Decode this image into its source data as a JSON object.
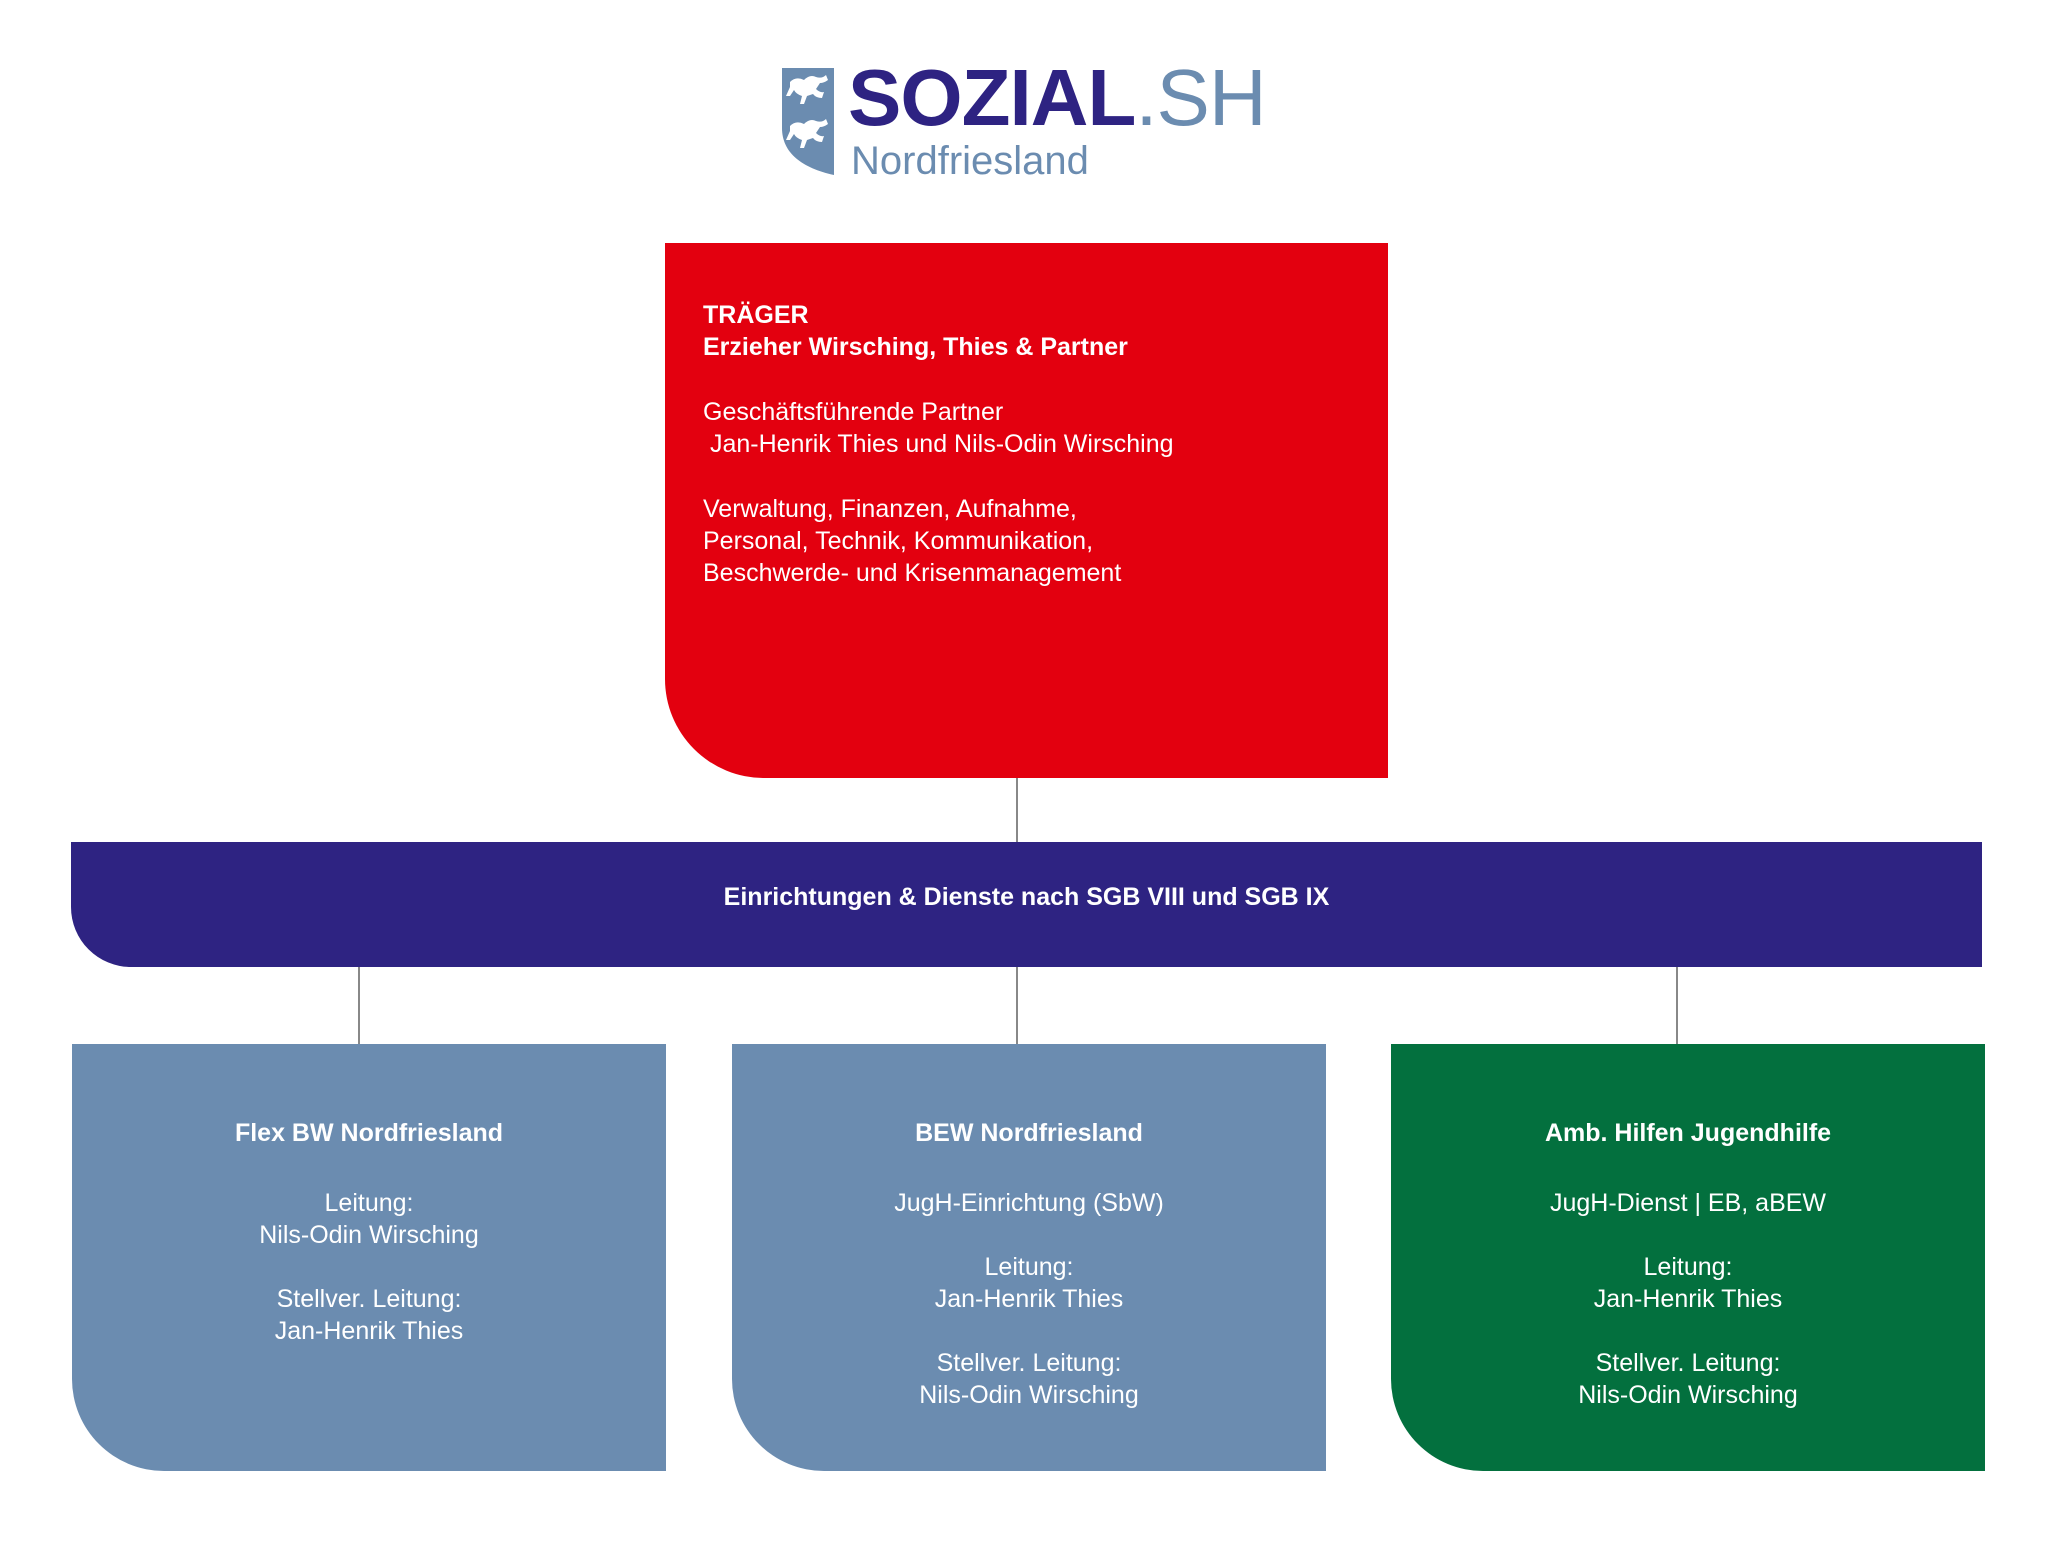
{
  "logo": {
    "brand": "SOZIAL",
    "suffix": ".SH",
    "region": "Nordfriesland"
  },
  "colors": {
    "red": "#e3000f",
    "purple": "#2e2382",
    "blue": "#6b8cb0",
    "green": "#03703e"
  },
  "traeger": {
    "heading": "TRÄGER",
    "name": "Erzieher Wirsching, Thies & Partner",
    "partners_label": "Geschäftsführende Partner",
    "partners": " Jan-Henrik Thies und Nils-Odin Wirsching",
    "tasks": [
      "Verwaltung, Finanzen, Aufnahme,",
      "Personal, Technik, Kommunikation,",
      "Beschwerde- und Krisenmanagement"
    ]
  },
  "bar": {
    "label": "Einrichtungen & Dienste nach SGB VIII und SGB IX"
  },
  "units": [
    {
      "title": "Flex BW Nordfriesland",
      "lead_label": "Leitung:",
      "lead": "Nils-Odin Wirsching",
      "deputy_label": "Stellver. Leitung:",
      "deputy": "Jan-Henrik Thies"
    },
    {
      "title": "BEW Nordfriesland",
      "subtitle": "JugH-Einrichtung (SbW)",
      "lead_label": "Leitung:",
      "lead": "Jan-Henrik Thies",
      "deputy_label": "Stellver. Leitung:",
      "deputy": "Nils-Odin Wirsching"
    },
    {
      "title": "Amb. Hilfen Jugendhilfe",
      "subtitle": "JugH-Dienst | EB, aBEW",
      "lead_label": "Leitung:",
      "lead": "Jan-Henrik Thies",
      "deputy_label": "Stellver. Leitung:",
      "deputy": "Nils-Odin Wirsching"
    }
  ]
}
